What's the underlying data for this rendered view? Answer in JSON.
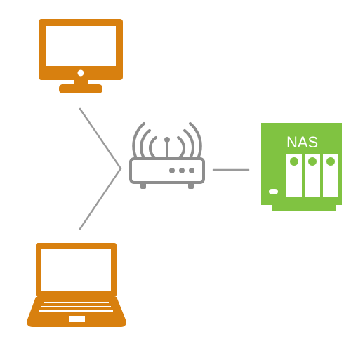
{
  "diagram": {
    "nodes": [
      {
        "id": "desktop",
        "icon": "desktop-monitor-icon"
      },
      {
        "id": "laptop",
        "icon": "laptop-icon"
      },
      {
        "id": "router",
        "icon": "wifi-router-icon"
      },
      {
        "id": "nas",
        "icon": "nas-storage-icon",
        "label": "NAS"
      }
    ],
    "edges": [
      {
        "from": "desktop",
        "to": "router"
      },
      {
        "from": "laptop",
        "to": "router"
      },
      {
        "from": "router",
        "to": "nas"
      }
    ]
  },
  "colors": {
    "background": "#ffffff",
    "device": "#d8800f",
    "router": "#8d8d8d",
    "connector": "#9a9a9a",
    "nas": "#80c341",
    "nas_text": "#ffffff"
  }
}
